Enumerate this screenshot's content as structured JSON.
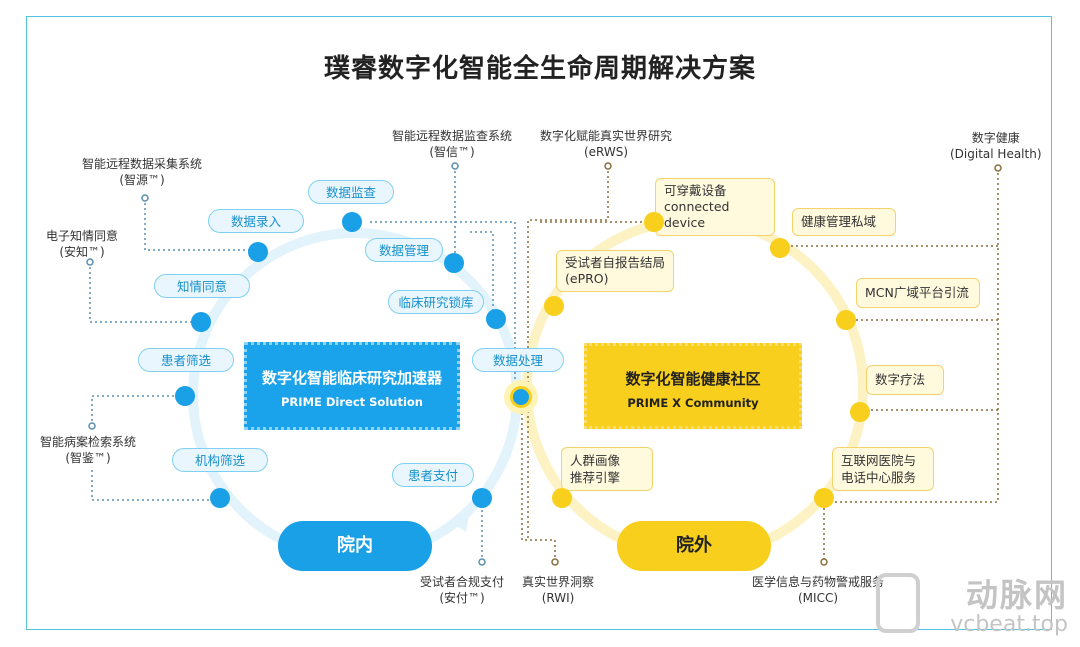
{
  "title": "璞睿数字化智能全生命周期解决方案",
  "left_center": {
    "main": "数字化智能临床研究加速器",
    "sub": "PRIME Direct Solution"
  },
  "right_center": {
    "main": "数字化智能健康社区",
    "sub": "PRIME X Community"
  },
  "inside_label": "院内",
  "outside_label": "院外",
  "blue_nodes": {
    "data_monitor": "数据监查",
    "data_entry": "数据录入",
    "data_management": "数据管理",
    "informed_consent": "知情同意",
    "db_lock": "临床研究锁库",
    "patient_screening": "患者筛选",
    "data_processing": "数据处理",
    "site_screening": "机构筛选",
    "patient_payment": "患者支付"
  },
  "yellow_nodes": {
    "wearable": "可穿戴设备\nconnected device",
    "health_mgmt": "健康管理私域",
    "epro": "受试者自报告结局\n(ePRO)",
    "mcn": "MCN广域平台引流",
    "dtx": "数字疗法",
    "crowd": "人群画像\n推荐引擎",
    "internet_hospital": "互联网医院与\n电话中心服务"
  },
  "external_labels": {
    "zhixin": "智能远程数据监查系统\n(智信™)",
    "ews": "数字化赋能真实世界研究\n(eRWS)",
    "digital_health": "数字健康\n(Digital Health)",
    "zhiyuan": "智能远程数据采集系统\n(智源™)",
    "anzhi": "电子知情同意\n(安知™)",
    "zhijian": "智能病案检索系统\n(智鉴™)",
    "anfu": "受试者合规支付\n(安付™)",
    "rwi": "真实世界洞察\n(RWI)",
    "micc": "医学信息与药物警戒服务\n(MICC)"
  },
  "watermark": {
    "name": "动脉网",
    "url": "vcbeat.top"
  },
  "colors": {
    "blue": "#1aa0e6",
    "yellow": "#f8cf1c",
    "frame": "#4fc3e0",
    "line_blue": "#5b8fb0",
    "line_brown": "#8a6d3b"
  }
}
